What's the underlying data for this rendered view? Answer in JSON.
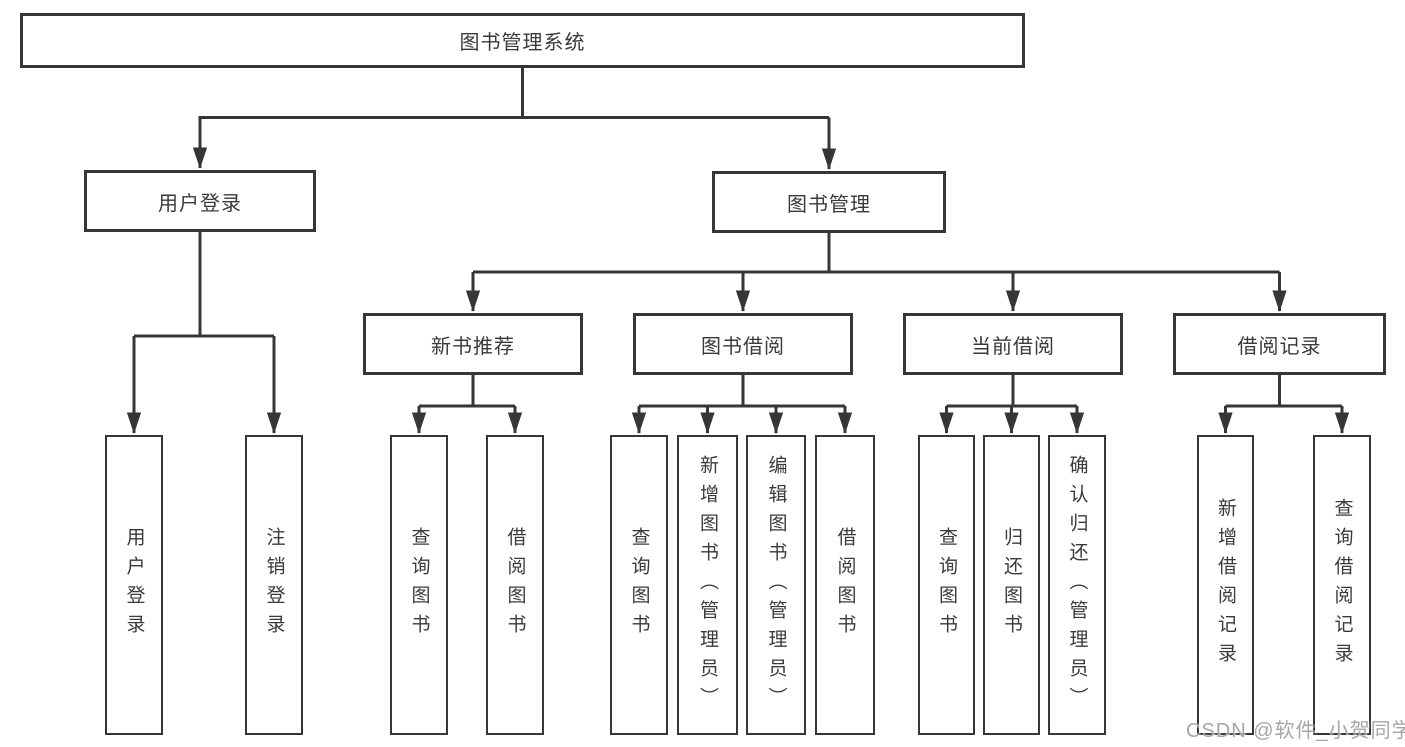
{
  "diagram": {
    "root": {
      "label": "图书管理系统",
      "children": [
        {
          "label": "用户登录",
          "children": [
            {
              "label": "用户登录"
            },
            {
              "label": "注销登录"
            }
          ]
        },
        {
          "label": "图书管理",
          "children": [
            {
              "label": "新书推荐",
              "children": [
                {
                  "label": "查询图书"
                },
                {
                  "label": "借阅图书"
                }
              ]
            },
            {
              "label": "图书借阅",
              "children": [
                {
                  "label": "查询图书"
                },
                {
                  "label": "新增图书（管理员）"
                },
                {
                  "label": "编辑图书（管理员）"
                },
                {
                  "label": "借阅图书"
                }
              ]
            },
            {
              "label": "当前借阅",
              "children": [
                {
                  "label": "查询图书"
                },
                {
                  "label": "归还图书"
                },
                {
                  "label": "确认归还（管理员）"
                }
              ]
            },
            {
              "label": "借阅记录",
              "children": [
                {
                  "label": "新增借阅记录"
                },
                {
                  "label": "查询借阅记录"
                }
              ]
            }
          ]
        }
      ]
    }
  },
  "watermark": {
    "text": "CSDN @软件_小贺同学"
  },
  "colors": {
    "line": "#363636",
    "node_border": "#363636",
    "node_text": "#3a3a3a",
    "node_background": "#ffffff",
    "watermark_text": "#a6a6a6"
  }
}
